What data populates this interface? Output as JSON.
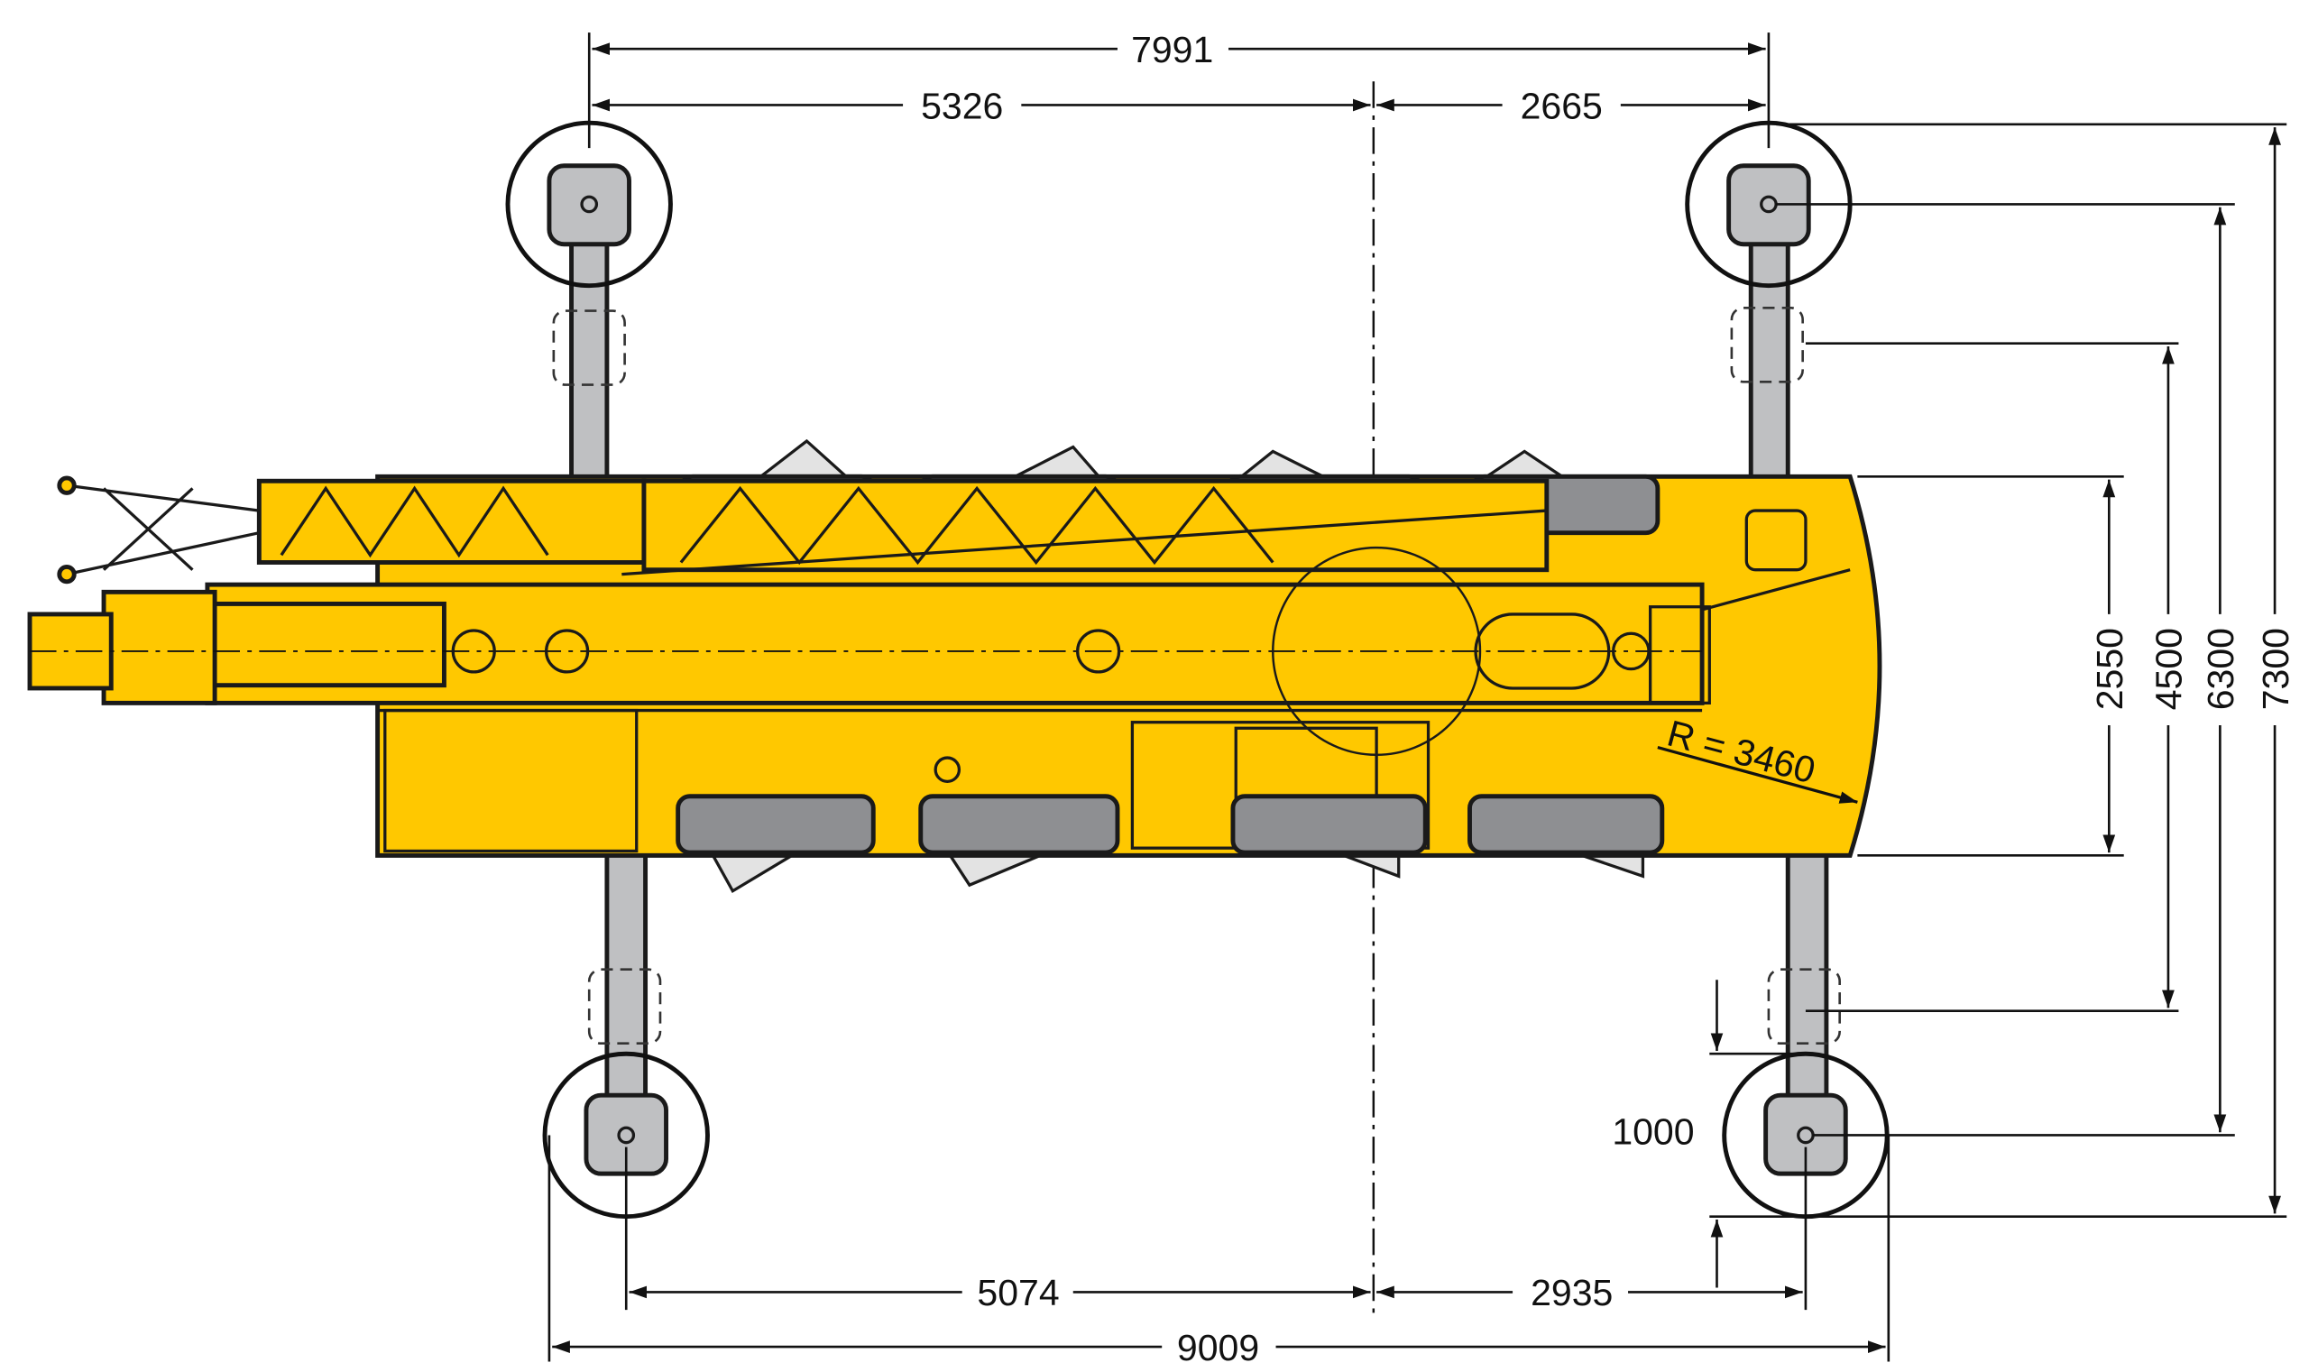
{
  "dimensions": {
    "top_overall": "7991",
    "top_left": "5326",
    "top_right": "2665",
    "bottom_left": "5074",
    "bottom_right": "2935",
    "bottom_overall": "9009",
    "width_2550": "2550",
    "width_4500": "4500",
    "width_6300": "6300",
    "width_7300": "7300",
    "pad_offset": "1000",
    "tail_radius": "R = 3460"
  },
  "colors": {
    "body": "#ffc800",
    "outrigger": "#bfc0c2",
    "tire": "#8e8f92"
  }
}
